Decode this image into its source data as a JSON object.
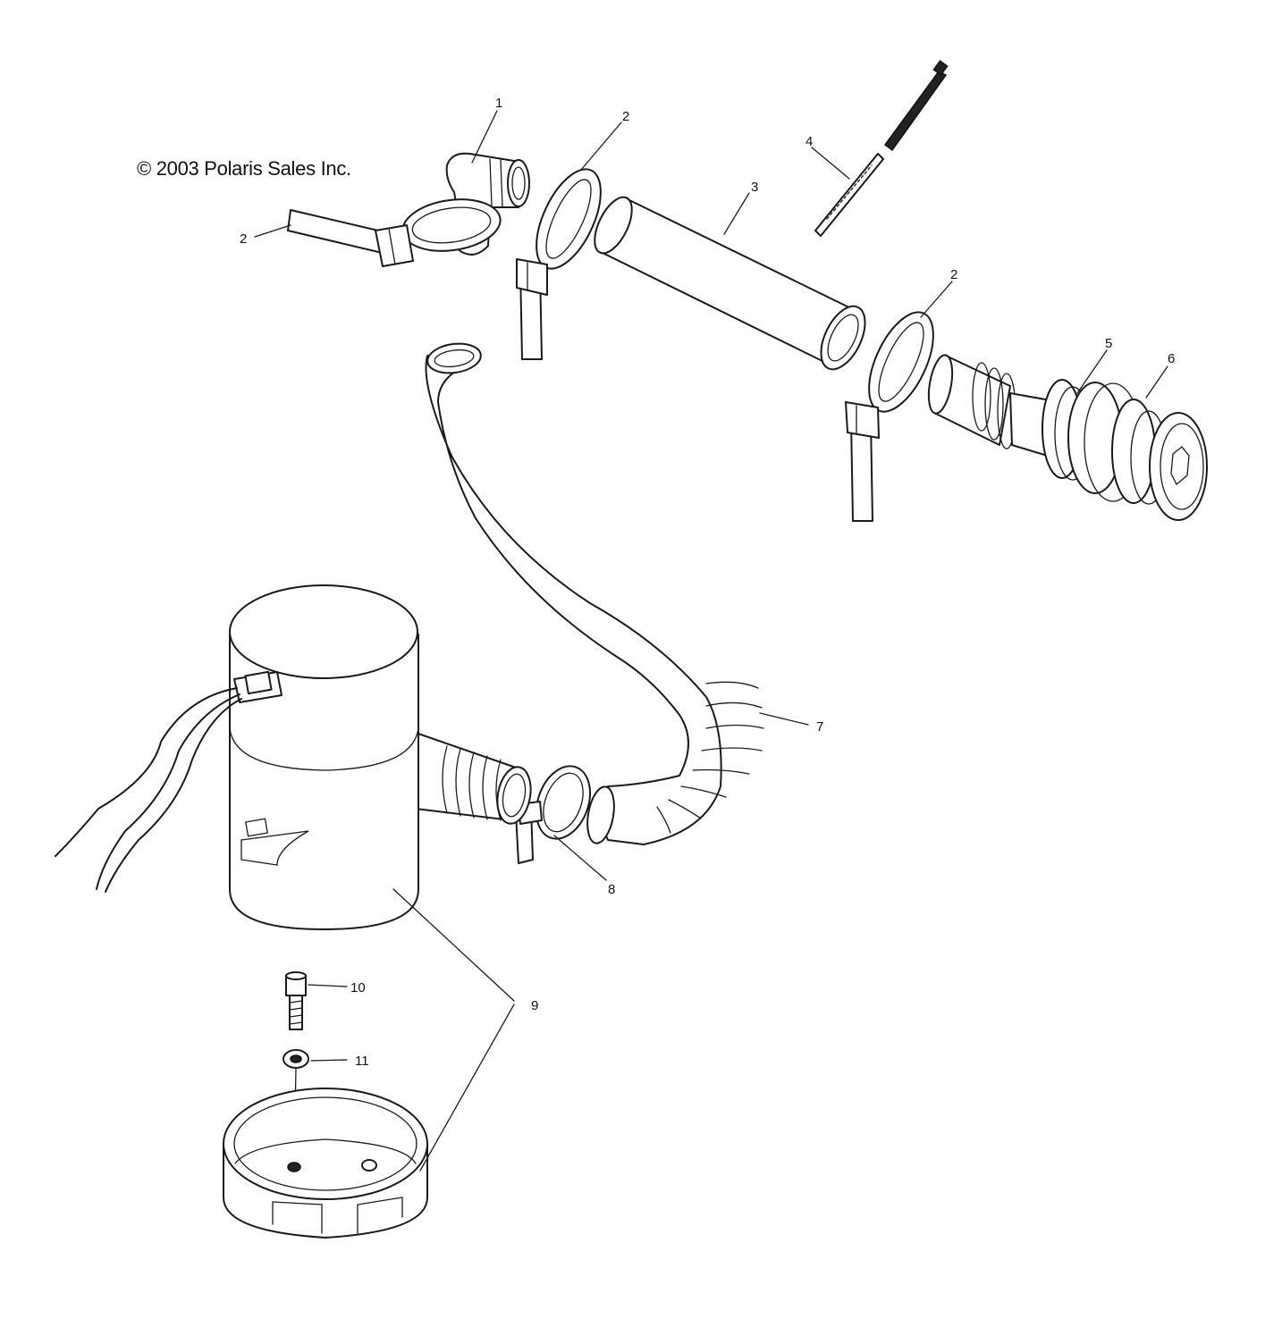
{
  "copyright": "© 2003 Polaris Sales Inc.",
  "callouts": [
    {
      "id": "c1",
      "label": "1"
    },
    {
      "id": "c2a",
      "label": "2"
    },
    {
      "id": "c2b",
      "label": "2"
    },
    {
      "id": "c2c",
      "label": "2"
    },
    {
      "id": "c3",
      "label": "3"
    },
    {
      "id": "c4",
      "label": "4"
    },
    {
      "id": "c5",
      "label": "5"
    },
    {
      "id": "c6",
      "label": "6"
    },
    {
      "id": "c7",
      "label": "7"
    },
    {
      "id": "c8",
      "label": "8"
    },
    {
      "id": "c9",
      "label": "9"
    },
    {
      "id": "c10",
      "label": "10"
    },
    {
      "id": "c11",
      "label": "11"
    }
  ]
}
